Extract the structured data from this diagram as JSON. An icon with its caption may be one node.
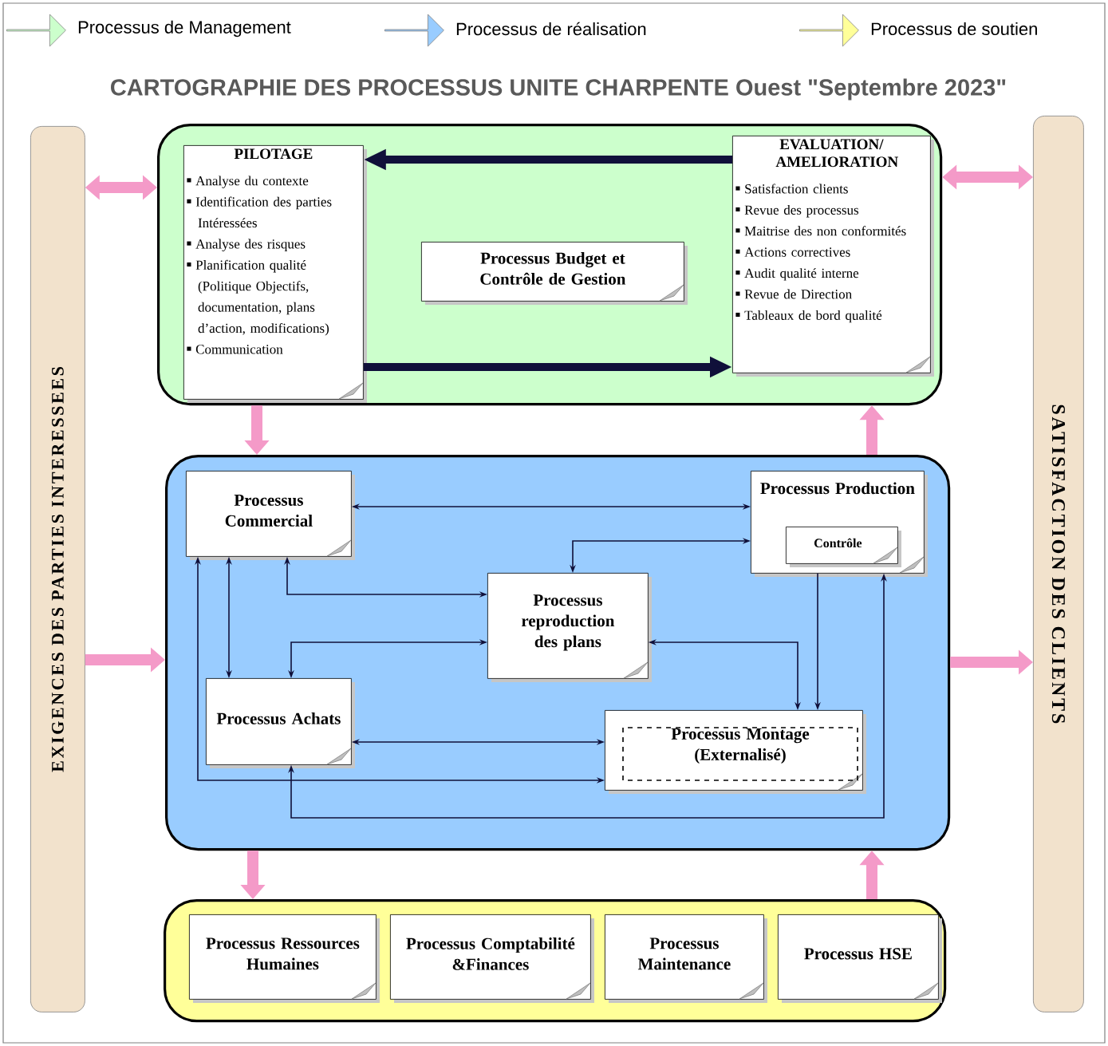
{
  "diagram": {
    "title": "CARTOGRAPHIE  DES PROCESSUS UNITE CHARPENTE Ouest \"Septembre 2023\"",
    "nodes": [
      {
        "text": [
          "EXIGENCES DES PARTIES INTERESSEES"
        ]
      },
      {
        "text": [
          "SATISFACTION DES CLIENTS"
        ]
      },
      {
        "text": [],
        "shape": "box"
      },
      {
        "text": [
          "PILOTAGE",
          "Analyse du contexte",
          "Identification des parties Intéressées",
          "Analyse des risques",
          "Planification qualité (Politique Objectifs, documentation, plans d’action, modifications)",
          "Communication"
        ],
        "in": 2
      },
      {
        "text": [
          "Processus Budget et Contrôle de Gestion"
        ],
        "in": 2
      },
      {
        "text": [
          "EVALUATION/ AMELIORATION",
          "Satisfaction clients",
          "Revue des processus",
          "Maitrise des non conformités",
          "Actions correctives",
          "Audit qualité interne",
          "Revue de Direction",
          "Tableaux de bord qualité"
        ],
        "in": 2
      },
      {
        "text": [],
        "shape": "box"
      },
      {
        "text": [
          "Processus Commercial"
        ],
        "in": 6
      },
      {
        "text": [
          "Processus Production"
        ],
        "in": 6
      },
      {
        "text": [
          "Contrôle"
        ],
        "in": 8
      },
      {
        "text": [
          "Processus reproduction des plans"
        ],
        "in": 6
      },
      {
        "text": [
          "Processus Achats"
        ],
        "in": 6
      },
      {
        "text": [
          "Processus Montage (Externalisé)"
        ],
        "in": 6
      },
      {
        "text": [],
        "shape": "box"
      },
      {
        "text": [
          "Processus Ressources Humaines"
        ],
        "in": 13
      },
      {
        "text": [
          "Processus Comptabilité &Finances"
        ],
        "in": 13
      },
      {
        "text": [
          "Processus Maintenance"
        ],
        "in": 13
      },
      {
        "text": [
          "Processus HSE"
        ],
        "in": 13
      }
    ],
    "edges": [
      {
        "from": 0,
        "to": 2,
        "arrow": "both",
        "style": "thick",
        "color": "#f49ac8"
      },
      {
        "from": 1,
        "to": 2,
        "arrow": "both",
        "style": "thick",
        "color": "#f49ac8"
      },
      {
        "from": 0,
        "to": 6,
        "arrow": "to",
        "style": "thick",
        "color": "#f49ac8"
      },
      {
        "from": 6,
        "to": 1,
        "arrow": "to",
        "style": "thick",
        "color": "#f49ac8"
      },
      {
        "from": 2,
        "to": 6,
        "arrow": "to",
        "style": "thick",
        "color": "#f49ac8"
      },
      {
        "from": 6,
        "to": 2,
        "arrow": "to",
        "style": "thick",
        "color": "#f49ac8"
      },
      {
        "from": 6,
        "to": 13,
        "arrow": "to",
        "style": "thick",
        "color": "#f49ac8"
      },
      {
        "from": 13,
        "to": 6,
        "arrow": "to",
        "style": "thick",
        "color": "#f49ac8"
      },
      {
        "from": 5,
        "to": 3,
        "arrow": "to",
        "style": "thick"
      },
      {
        "from": 3,
        "to": 5,
        "arrow": "to",
        "style": "thick"
      },
      {
        "from": 7,
        "to": 8,
        "arrow": "both"
      },
      {
        "from": 10,
        "to": 8,
        "arrow": "both"
      },
      {
        "from": 7,
        "to": 10,
        "arrow": "both"
      },
      {
        "from": 7,
        "to": 11,
        "arrow": "both"
      },
      {
        "from": 11,
        "to": 10,
        "arrow": "both"
      },
      {
        "from": 10,
        "to": 12,
        "arrow": "both"
      },
      {
        "from": 8,
        "to": 12,
        "arrow": "to"
      },
      {
        "from": 11,
        "to": 12,
        "arrow": "both"
      },
      {
        "from": 7,
        "to": 12,
        "arrow": "both"
      },
      {
        "from": 11,
        "to": 8,
        "arrow": "both"
      }
    ],
    "legend": [
      {
        "text": "Processus de Management",
        "color": "#ccffcc"
      },
      {
        "text": "Processus de réalisation",
        "color": "#99ccff"
      },
      {
        "text": "Processus de soutien",
        "color": "#ffff99"
      }
    ]
  }
}
